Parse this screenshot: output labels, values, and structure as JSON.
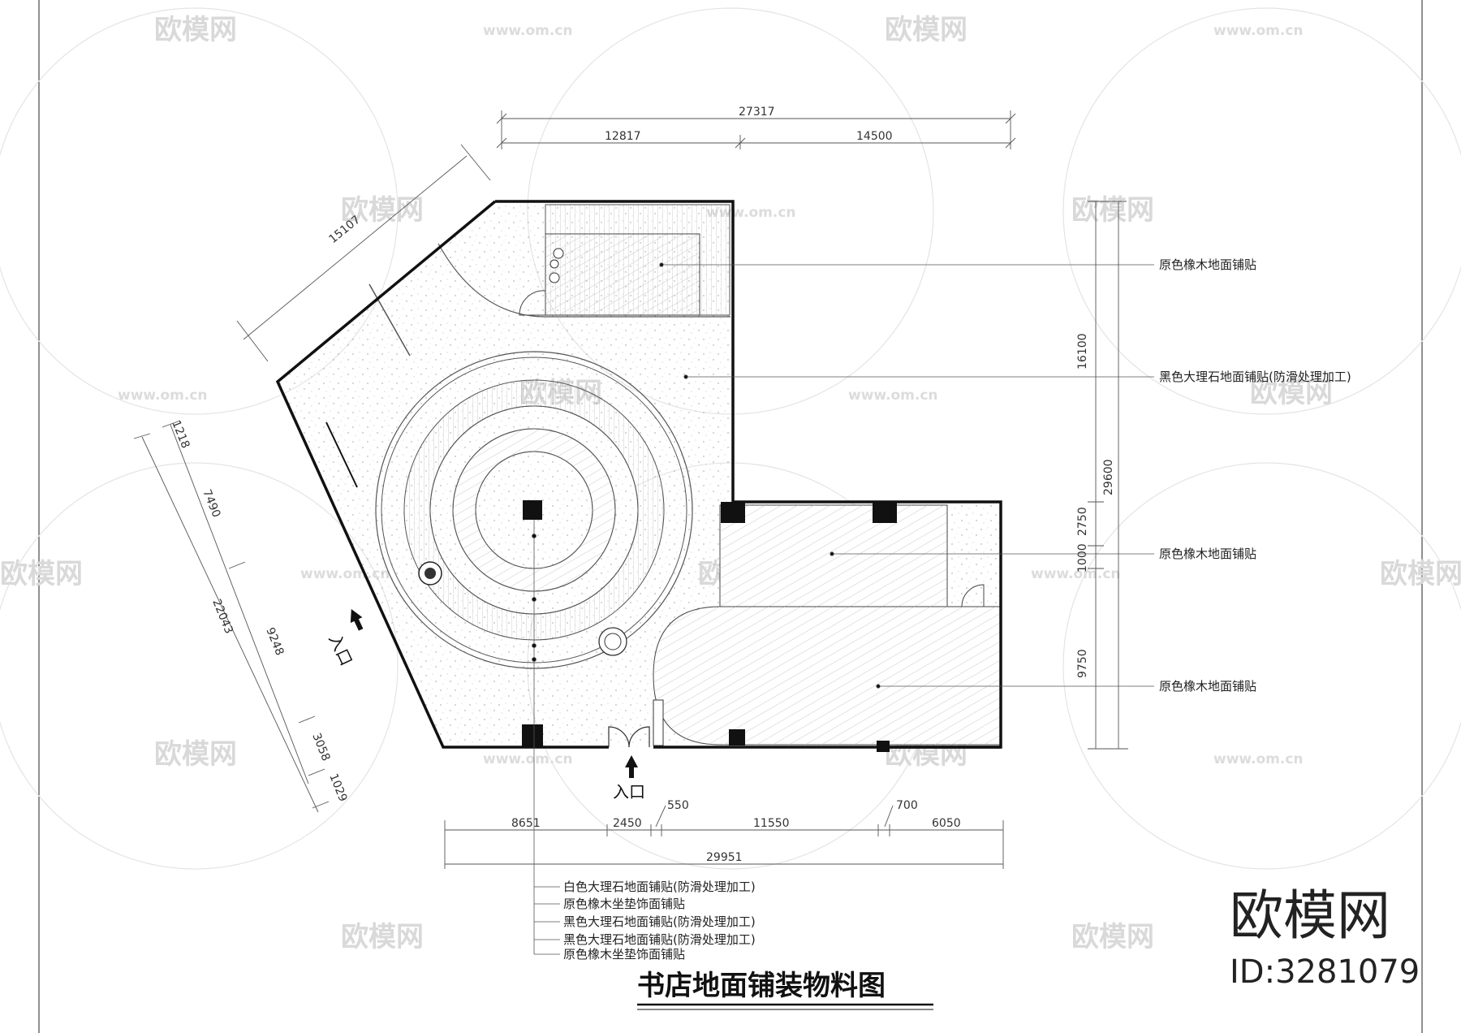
{
  "title": "书店地面铺装物料图",
  "brand": {
    "name": "欧模网",
    "id": "ID:3281079"
  },
  "watermark": {
    "logo": "欧模网",
    "url": "www.om.cn"
  },
  "entry_label": "入口",
  "dimensions": {
    "top_total": "27317",
    "top_left": "12817",
    "top_right": "14500",
    "diagonal_top": "15107",
    "right_total": "29600",
    "right_upper": "16100",
    "right_mid": "2750",
    "right_small": "1000",
    "right_lower": "9750",
    "left_total": "22043",
    "left_a": "1218",
    "left_b": "7490",
    "left_c": "9248",
    "left_d": "3058",
    "left_e": "1029",
    "bottom_total": "29951",
    "bottom_a": "8651",
    "bottom_b": "2450",
    "bottom_c": "550",
    "bottom_d": "11550",
    "bottom_e": "700",
    "bottom_f": "6050"
  },
  "right_labels": [
    "原色橡木地面铺贴",
    "黑色大理石地面铺贴(防滑处理加工)",
    "原色橡木地面铺贴",
    "原色橡木地面铺贴"
  ],
  "bottom_labels": [
    "白色大理石地面铺贴(防滑处理加工)",
    "原色橡木坐垫饰面铺贴",
    "黑色大理石地面铺贴(防滑处理加工)",
    "黑色大理石地面铺贴(防滑处理加工)",
    "原色橡木坐垫饰面铺贴"
  ],
  "colors": {
    "line": "#111111",
    "dim": "#444444",
    "watermark": "#d9d9d9",
    "hatch": "#bbbbbb"
  }
}
